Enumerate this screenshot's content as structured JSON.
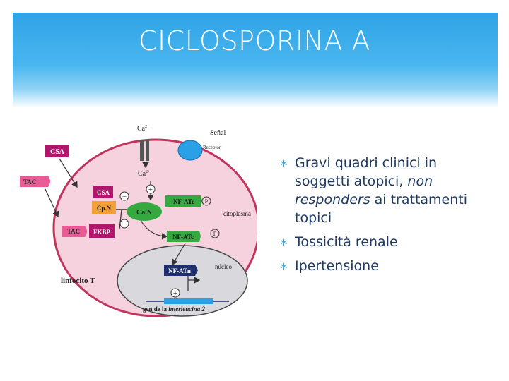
{
  "slide": {
    "title": "CICLOSPORINA A",
    "bullets": [
      {
        "parts": [
          {
            "text": "Gravi quadri clinici in soggetti atopici, ",
            "italic": false
          },
          {
            "text": "non responders",
            "italic": true
          },
          {
            "text": " ai trattamenti topici",
            "italic": false
          }
        ]
      },
      {
        "parts": [
          {
            "text": "Tossicità renale",
            "italic": false
          }
        ]
      },
      {
        "parts": [
          {
            "text": "Ipertensione",
            "italic": false
          }
        ]
      }
    ]
  },
  "diagram": {
    "ca_top": "Ca",
    "ca_inner": "Ca",
    "ca_superscript": "2+",
    "senal": "Señal",
    "receptor": "Receptor",
    "csa_outer": "CSA",
    "tac_outer": "TAC",
    "csa_inner": "CSA",
    "cpn": "Cp.N",
    "tac_inner": "TAC",
    "fkbp": "FKBP",
    "can": "Ca.N",
    "nfatc1": "NF-ATc",
    "nfatc2": "NF-ATc",
    "nfatn": "NF-ATn",
    "p_mark": "P",
    "citoplasma": "citoplasma",
    "nucleo": "núcleo",
    "linfocito": "linfocito T",
    "gene_prefix": "gen de la ",
    "gene_italic": "interleucina 2",
    "minus": "−",
    "plus": "+",
    "colors": {
      "cell_fill": "#f6d2de",
      "cell_stroke": "#c2345c",
      "magenta": "#b0186d",
      "label_pink": "#e95c96",
      "green": "#35a83f",
      "navy": "#1f2f6e",
      "nucleus_fill": "#d9d9dd",
      "receptor_blue": "#2aa0e6",
      "cpn_orange": "#f2a13a"
    }
  }
}
